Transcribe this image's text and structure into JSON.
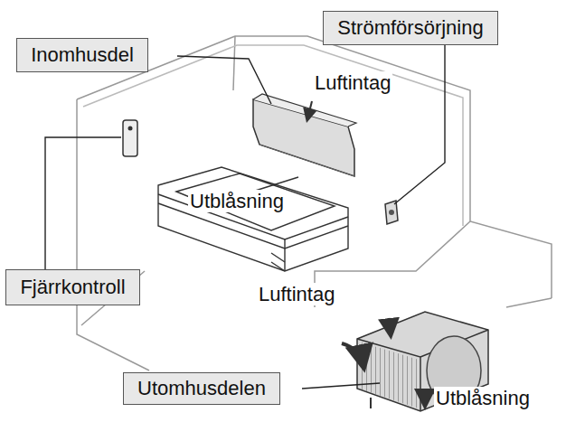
{
  "diagram": {
    "nodes": [
      {
        "text": [
          "Inomhusdel"
        ]
      },
      {
        "text": [
          "Strömförsörjning"
        ]
      },
      {
        "text": [
          "Fjärrkontroll"
        ]
      },
      {
        "text": [
          "Utomhusdelen"
        ]
      }
    ],
    "labels": [
      "Luftintag",
      "Utblåsning",
      "Luftintag",
      "Utblåsning"
    ]
  }
}
